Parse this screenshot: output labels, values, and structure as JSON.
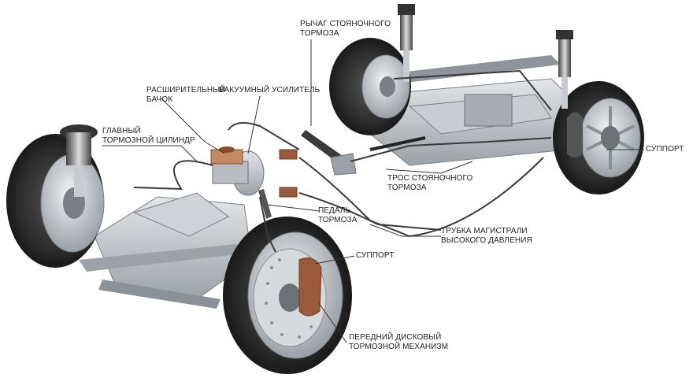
{
  "labels": {
    "master_cylinder": [
      "ГЛАВНЫЙ",
      "ТОРМОЗНОЙ ЦИЛИНДР"
    ],
    "expansion_tank": [
      "РАСШИРИТЕЛЬНЫЙ",
      "БАЧОК"
    ],
    "vacuum_booster": [
      "ВАКУУМНЫЙ УСИЛИТЕЛЬ"
    ],
    "parking_lever": [
      "РЫЧАГ СТОЯНОЧНОГО",
      "ТОРМОЗА"
    ],
    "parking_cable": [
      "ТРОС СТОЯНОЧНОГО",
      "ТОРМОЗА"
    ],
    "brake_pedal": [
      "ПЕДАЛЬ",
      "ТОРМОЗА"
    ],
    "high_pressure_line": [
      "ТРУБКА МАГИСТРАЛИ",
      "ВЫСОКОГО ДАВЛЕНИЯ"
    ],
    "caliper_front": [
      "СУППОРТ"
    ],
    "caliper_rear": [
      "СУППОРТ"
    ],
    "front_disc_mechanism": [
      "ПЕРЕДНИЙ ДИСКОВЫЙ",
      "ТОРМОЗНОЙ МЕХАНИЗМ"
    ]
  },
  "colors": {
    "label_text": "#222222",
    "leader_line": "#333333",
    "tire": "#2b2b2b",
    "metal": "#b9bdc2",
    "brake_fluid_cap": "#8a4b2a",
    "brake_line": "#3a3a3a"
  }
}
